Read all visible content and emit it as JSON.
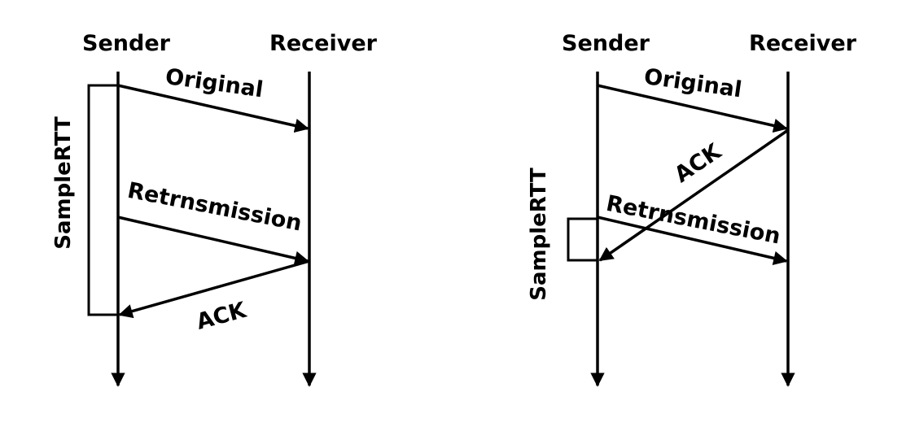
{
  "diagrams": [
    {
      "sender_label": "Sender",
      "receiver_label": "Receiver",
      "rtt_label": "SampleRTT",
      "messages": {
        "original": "Original",
        "retransmission": "Retrnsmission",
        "ack": "ACK"
      }
    },
    {
      "sender_label": "Sender",
      "receiver_label": "Receiver",
      "rtt_label": "SampleRTT",
      "messages": {
        "original": "Original",
        "retransmission": "Retrnsmission",
        "ack": "ACK"
      }
    }
  ],
  "colors": {
    "ink": "#000000",
    "background": "#ffffff"
  }
}
